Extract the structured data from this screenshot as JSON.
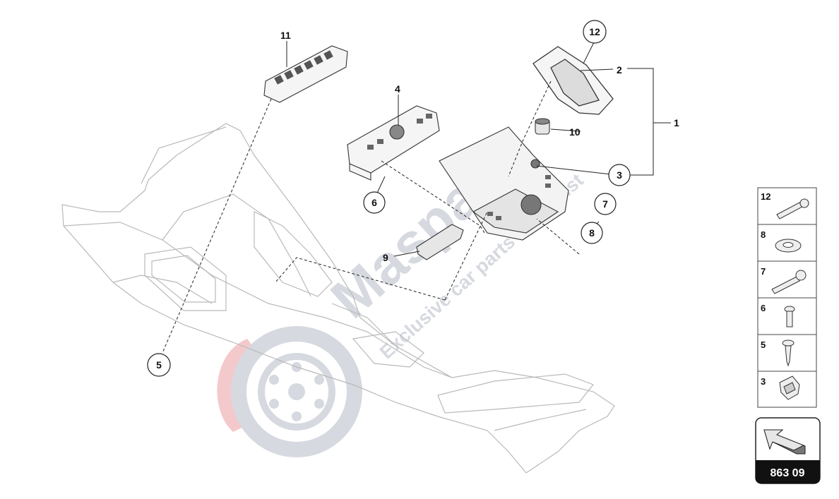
{
  "diagram": {
    "callouts": [
      {
        "id": "c1",
        "label": "1"
      },
      {
        "id": "c2",
        "label": "2"
      },
      {
        "id": "c3",
        "label": "3"
      },
      {
        "id": "c4",
        "label": "4"
      },
      {
        "id": "c5",
        "label": "5"
      },
      {
        "id": "c6",
        "label": "6"
      },
      {
        "id": "c7",
        "label": "7"
      },
      {
        "id": "c8",
        "label": "8"
      },
      {
        "id": "c9",
        "label": "9"
      },
      {
        "id": "c10",
        "label": "10"
      },
      {
        "id": "c11",
        "label": "11"
      },
      {
        "id": "c12",
        "label": "12"
      }
    ]
  },
  "legend": {
    "items": [
      {
        "number": "12",
        "icon": "bolt-icon"
      },
      {
        "number": "8",
        "icon": "washer-icon"
      },
      {
        "number": "7",
        "icon": "bolt-icon"
      },
      {
        "number": "6",
        "icon": "screw-icon"
      },
      {
        "number": "5",
        "icon": "screw-icon"
      },
      {
        "number": "3",
        "icon": "clip-icon"
      }
    ]
  },
  "reference": {
    "code": "863 09",
    "icon": "arrow-icon"
  },
  "watermark": {
    "brand": "Masparts",
    "tagline": "Exclusive car parts specialist",
    "colors": {
      "red": "#f4c9cc",
      "grey": "#cfd3da"
    }
  }
}
